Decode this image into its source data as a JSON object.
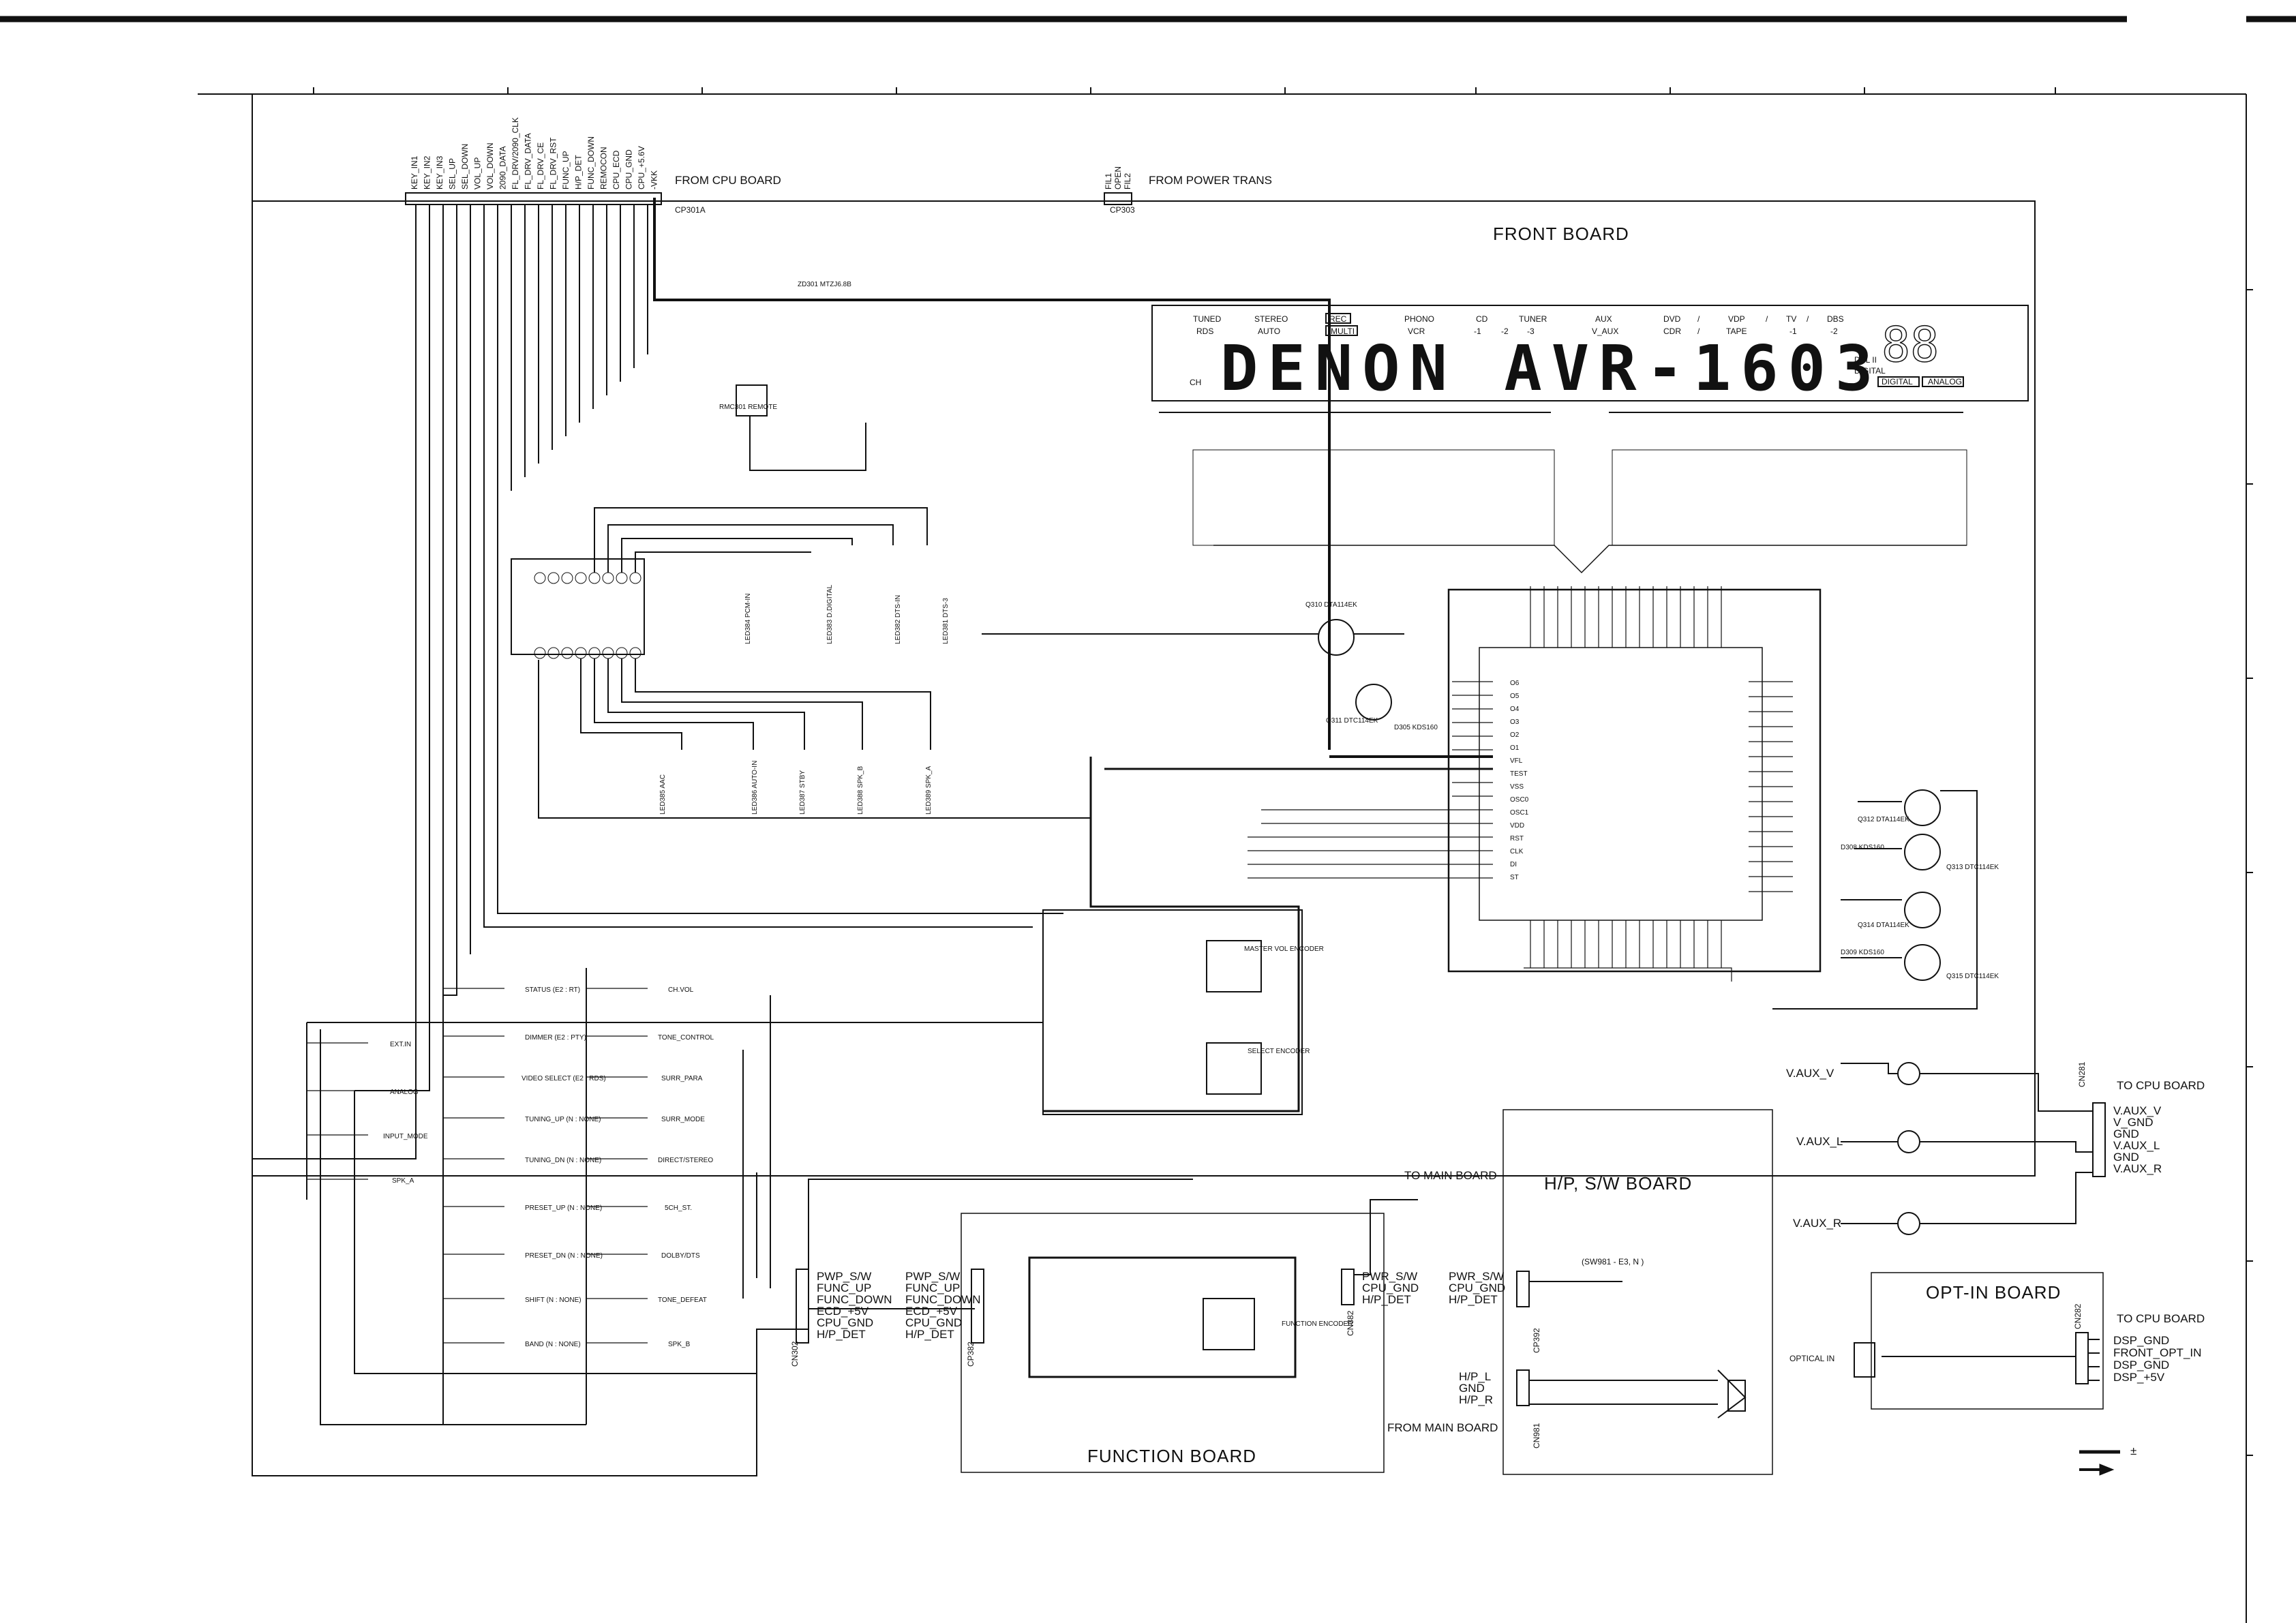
{
  "boards": {
    "front": "FRONT BOARD",
    "function": "FUNCTION BOARD",
    "hp_sw": "H/P, S/W BOARD",
    "opt_in": "OPT-IN BOARD"
  },
  "sources": {
    "from_cpu": "FROM CPU BOARD",
    "from_power": "FROM POWER TRANS",
    "to_main": "TO MAIN BOARD",
    "from_main": "FROM MAIN BOARD",
    "to_cpu_1": "TO CPU BOARD",
    "to_cpu_2": "TO CPU BOARD"
  },
  "connectors": {
    "cp301a": "CP301A",
    "cp303": "CP303",
    "cn302": "CN302",
    "cp382": "CP382",
    "cn382": "CN382",
    "cp392": "CP392",
    "cn981": "CN981",
    "cn281": "CN281",
    "cn282": "CN282"
  },
  "cpu_pins": [
    "KEY_IN1",
    "KEY_IN2",
    "KEY_IN3",
    "SEL_UP",
    "SEL_DOWN",
    "VOL_UP",
    "VOL_DOWN",
    "2090_DATA",
    "FL_DRV/2090_CLK",
    "FL_DRV_DATA",
    "FL_DRV_CE",
    "FL_DRV_RST",
    "FUNC_UP",
    "H/P_DET",
    "FUNC_DOWN",
    "REMOCON",
    "CPU_ECD",
    "CPU_GND",
    "CPU_+5.6V",
    "-VKK"
  ],
  "power_pins": [
    "FIL1",
    "OPEN",
    "FIL2"
  ],
  "vfd": {
    "text": "DENON AVR-1603",
    "indicators": [
      "TUNED",
      "RDS",
      "STEREO",
      "AUTO",
      "REC",
      "MULTI",
      "PHONO",
      "VCR",
      "CD",
      "-1",
      "-2",
      "TUNER",
      "-3",
      "AUX",
      "V_AUX",
      "DVD",
      "CDR",
      "VDP",
      "TAPE",
      "TV",
      "-1",
      "DBS",
      "-2",
      "/",
      "/",
      "/",
      "/"
    ],
    "ch": "CH",
    "side": [
      "DPL II",
      "DIGITAL",
      "DIGITAL",
      "ANALOG"
    ],
    "digits": "88"
  },
  "led_labels": [
    "LED384 PCM-IN",
    "LED383 D.DIGITAL",
    "LED382 DTS-IN",
    "LED381 DTS-3",
    "LED385 AAC",
    "LED386 AUTO-IN",
    "LED387 STBY",
    "LED388 SPK_B",
    "LED389 SPK_A"
  ],
  "ic_labels": [
    "Q310 DTA114EK",
    "Q311 DTC114EK",
    "D305 KDS160",
    "Q312 DTA114EK",
    "Q313 DTC114EK",
    "Q314 DTA114EK",
    "Q315 DTC114EK",
    "D308 KDS160",
    "D309 KDS160",
    "RMC301 REMOTE",
    "ZD301 MTZJ6.8B"
  ],
  "switch_labels": [
    "EXT.IN",
    "ANALOG",
    "INPUT_MODE",
    "SPK_A",
    "STATUS (E2 : RT)",
    "DIMMER (E2 : PTY)",
    "VIDEO SELECT (E2 : RDS)",
    "TUNING_UP (N : NONE)",
    "TUNING_DN (N : NONE)",
    "PRESET_UP (N : NONE)",
    "PRESET_DN (N : NONE)",
    "SHIFT (N : NONE)",
    "BAND (N : NONE)",
    "CH.VOL",
    "TONE_CONTROL",
    "SURR_PARA",
    "SURR_MODE",
    "DIRECT/STEREO",
    "5CH_ST.",
    "DOLBY/DTS",
    "TONE_DEFEAT",
    "SPK_B"
  ],
  "encoder_labels": [
    "MASTER VOL ENCODER",
    "SELECT ENCODER",
    "FUNCTION ENCODER"
  ],
  "cn302_pins": [
    "PWP_S/W",
    "FUNC_UP",
    "FUNC_DOWN",
    "ECD_+5V",
    "CPU_GND",
    "H/P_DET"
  ],
  "cp382_pins": [
    "PWP_S/W",
    "FUNC_UP",
    "FUNC_DOWN",
    "ECD_+5V",
    "CPU_GND",
    "H/P_DET"
  ],
  "cn382_pins": [
    "PWR_S/W",
    "CPU_GND",
    "H/P_DET"
  ],
  "hp_top_pins": [
    "PWR_S/W",
    "CPU_GND",
    "H/P_DET"
  ],
  "hp_bottom_pins": [
    "H/P_L",
    "GND",
    "H/P_R"
  ],
  "sw981": "(SW981 - E3, N )",
  "vaux_inputs": [
    "V.AUX_V",
    "V.AUX_L",
    "V.AUX_R"
  ],
  "cn281_pins": [
    "V.AUX_V",
    "V_GND",
    "GND",
    "V.AUX_L",
    "GND",
    "V.AUX_R"
  ],
  "opt_in": "OPTICAL IN",
  "cn282_pins": [
    "DSP_GND",
    "FRONT_OPT_IN",
    "DSP_GND",
    "DSP_+5V"
  ],
  "ic_pin_labels_left": [
    "O6",
    "O5",
    "O4",
    "O3",
    "O2",
    "O1",
    "VFL",
    "TEST",
    "VSS",
    "OSC0",
    "OSC1",
    "VDD",
    "RST",
    "CLK",
    "DI",
    "ST"
  ],
  "misc": {
    "plusminus": "±"
  },
  "colors": {
    "ink": "#111111",
    "paper": "#ffffff"
  }
}
